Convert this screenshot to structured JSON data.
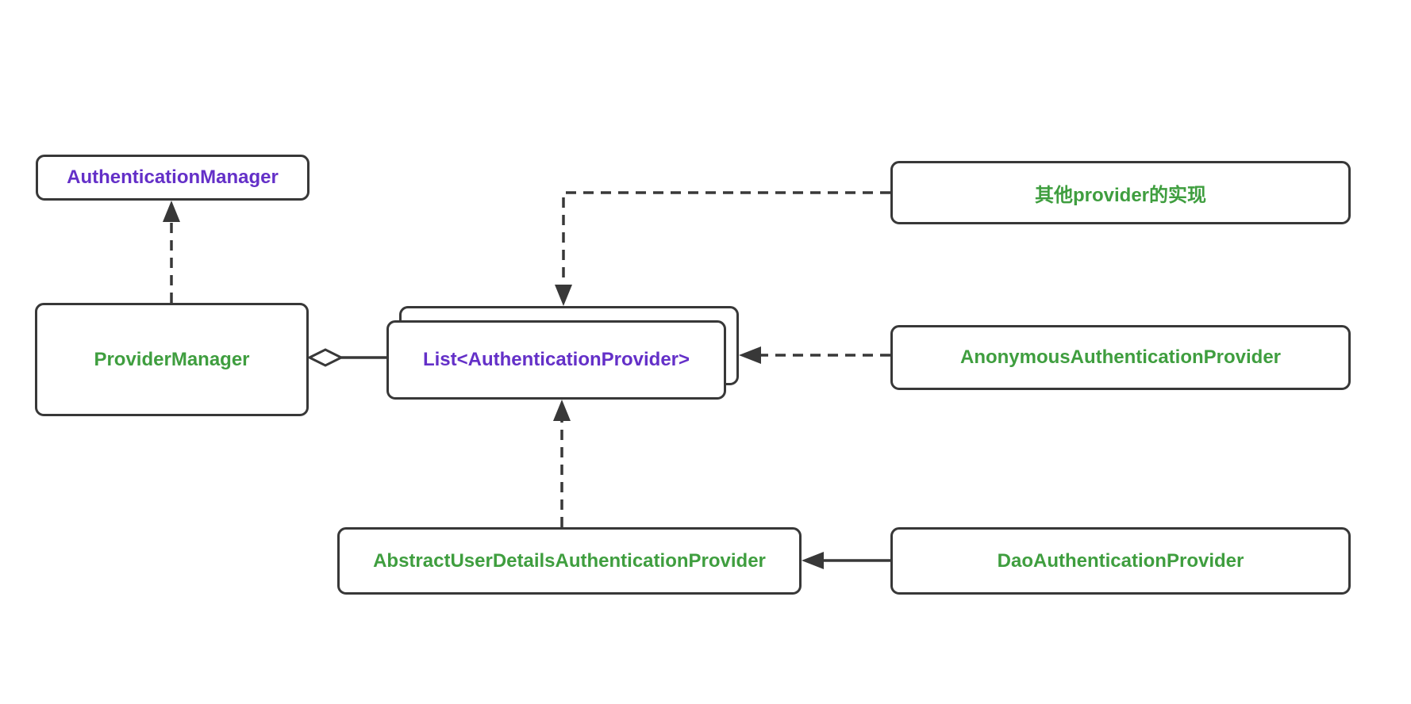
{
  "diagram": {
    "type": "uml-class-diagram",
    "background": "#ffffff",
    "colors": {
      "line": "#383838",
      "purple_text": "#6430c8",
      "green_text": "#3f9e3f",
      "node_fill": "#ffffff"
    },
    "nodes": [
      {
        "id": "authentication-manager",
        "label": "AuthenticationManager",
        "text_color": "#6430c8"
      },
      {
        "id": "provider-manager",
        "label": "ProviderManager",
        "text_color": "#3f9e3f"
      },
      {
        "id": "list-authentication-provider",
        "label": "List<AuthenticationProvider>",
        "text_color": "#6430c8",
        "stacked": true
      },
      {
        "id": "other-provider-impl",
        "label": "其他provider的实现",
        "text_color": "#3f9e3f"
      },
      {
        "id": "anonymous-authentication-provider",
        "label": "AnonymousAuthenticationProvider",
        "text_color": "#3f9e3f"
      },
      {
        "id": "abstract-user-details-authentication-provider",
        "label": "AbstractUserDetailsAuthenticationProvider",
        "text_color": "#3f9e3f"
      },
      {
        "id": "dao-authentication-provider",
        "label": "DaoAuthenticationProvider",
        "text_color": "#3f9e3f"
      }
    ],
    "edges": [
      {
        "from": "ProviderManager",
        "to": "AuthenticationManager",
        "line": "dashed",
        "marker": "filled-triangle-at-target"
      },
      {
        "from": "ProviderManager",
        "to": "List<AuthenticationProvider>",
        "line": "solid",
        "marker": "hollow-diamond-at-source"
      },
      {
        "from": "其他provider的实现",
        "to": "List<AuthenticationProvider>",
        "line": "dashed",
        "marker": "filled-triangle-at-target"
      },
      {
        "from": "AnonymousAuthenticationProvider",
        "to": "List<AuthenticationProvider>",
        "line": "dashed",
        "marker": "filled-triangle-at-target"
      },
      {
        "from": "AbstractUserDetailsAuthenticationProvider",
        "to": "List<AuthenticationProvider>",
        "line": "dashed",
        "marker": "filled-triangle-at-target"
      },
      {
        "from": "DaoAuthenticationProvider",
        "to": "AbstractUserDetailsAuthenticationProvider",
        "line": "solid",
        "marker": "filled-triangle-at-target"
      }
    ]
  }
}
